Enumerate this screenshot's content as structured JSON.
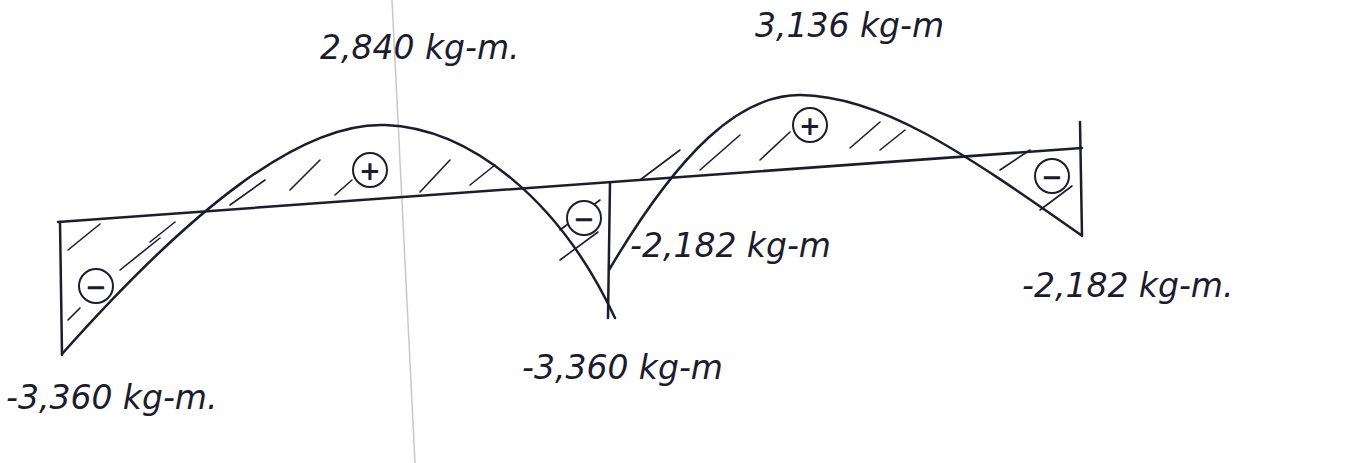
{
  "diagram": {
    "labels": [
      "2,840 kg-m.",
      "3,136 kg-m",
      "-2,182 kg-m",
      "-2,182 kg-m.",
      "-3,360 kg-m.",
      "-3,360 kg-m",
      "−",
      "+",
      "−",
      "+",
      "−"
    ]
  }
}
